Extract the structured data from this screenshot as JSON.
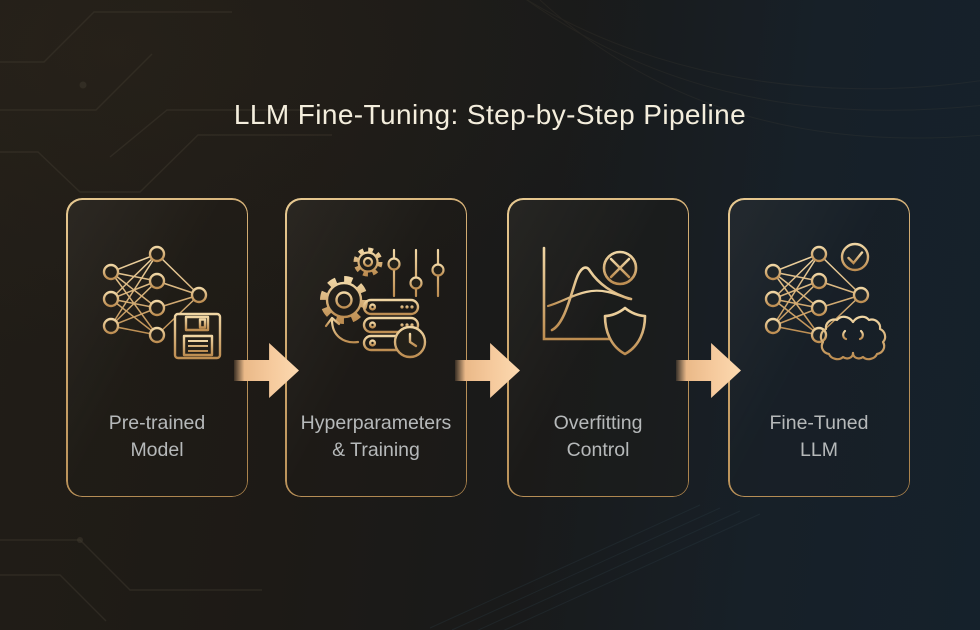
{
  "title": "LLM Fine-Tuning: Step-by-Step Pipeline",
  "cards": [
    {
      "line1": "Pre-trained",
      "line2": "Model",
      "icon": "neural-network-floppy-icon"
    },
    {
      "line1": "Hyperparameters",
      "line2": "& Training",
      "icon": "gears-sliders-server-clock-icon"
    },
    {
      "line1": "Overfitting",
      "line2": "Control",
      "icon": "loss-curve-x-shield-icon"
    },
    {
      "line1": "Fine-Tuned",
      "line2": "LLM",
      "icon": "neural-network-check-brain-icon"
    }
  ],
  "arrows": {
    "count": 3,
    "direction": "right"
  },
  "palette": {
    "background_left": "#211d17",
    "background_right": "#15212b",
    "card_border_gold": "#c9a266",
    "icon_gold_light": "#f0d6a4",
    "icon_gold_dark": "#bd8d51",
    "arrow_peach": "#f5c99c",
    "title_color": "#f4eedd",
    "label_color": "#b6b9ba"
  }
}
